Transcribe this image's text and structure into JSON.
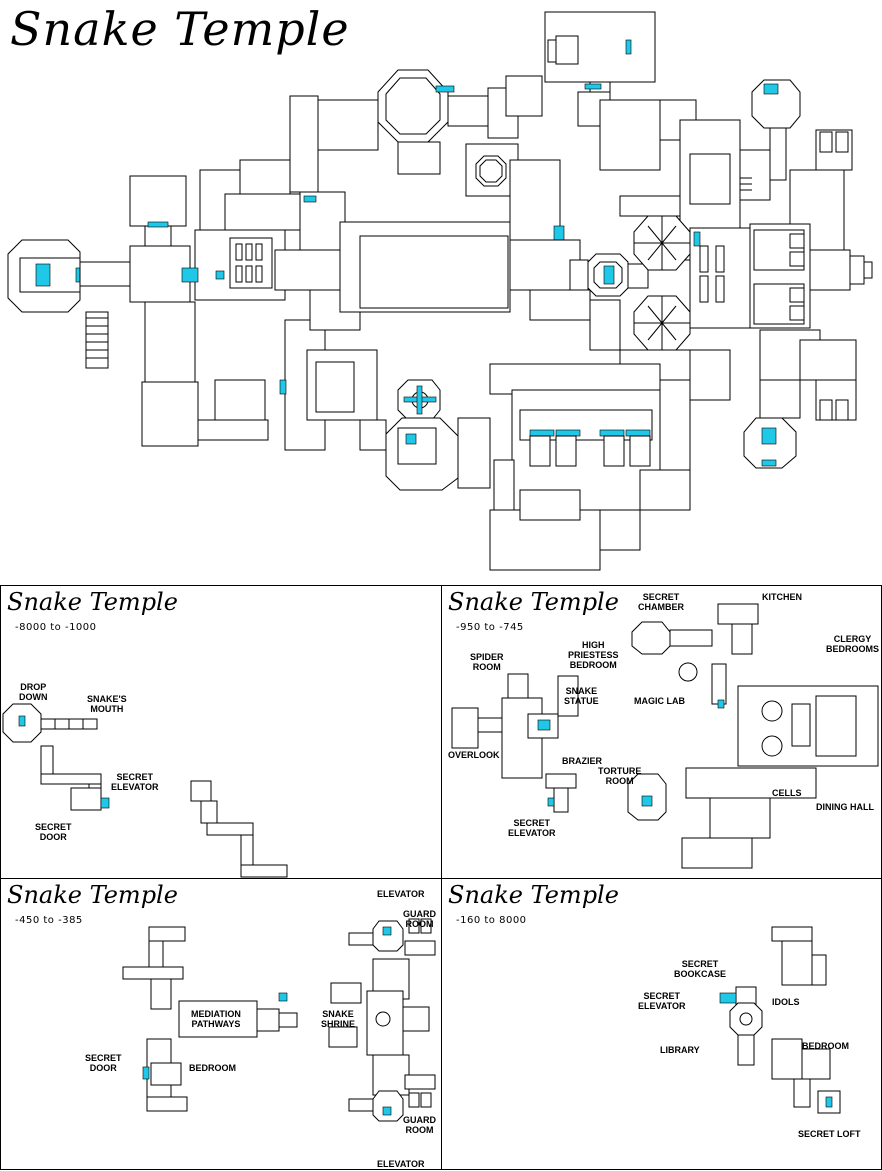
{
  "main": {
    "title": "Snake Temple"
  },
  "colors": {
    "accent": "#1ec8e6",
    "line": "#000000",
    "background": "#ffffff"
  },
  "panels": [
    {
      "title": "Snake Temple",
      "range": "-8000  to  -1000",
      "labels": [
        "DROP\nDOWN",
        "SNAKE'S\nMOUTH",
        "SECRET\nELEVATOR",
        "SECRET\nDOOR"
      ]
    },
    {
      "title": "Snake Temple",
      "range": "-950  to  -745",
      "labels": [
        "SECRET\nCHAMBER",
        "KITCHEN",
        "HIGH\nPRIESTESS\nBEDROOM",
        "CLERGY\nBEDROOMS",
        "SPIDER\nROOM",
        "SNAKE\nSTATUE",
        "MAGIC LAB",
        "OVERLOOK",
        "BRAZIER",
        "TORTURE\nROOM",
        "CELLS",
        "DINING HALL",
        "SECRET\nELEVATOR"
      ]
    },
    {
      "title": "Snake Temple",
      "range": "-450  to  -385",
      "labels": [
        "ELEVATOR",
        "GUARD\nROOM",
        "MEDIATION\nPATHWAYS",
        "SNAKE\nSHRINE",
        "SECRET\nDOOR",
        "BEDROOM",
        "GUARD\nROOM",
        "ELEVATOR"
      ]
    },
    {
      "title": "Snake Temple",
      "range": "-160  to  8000",
      "labels": [
        "SECRET\nBOOKCASE",
        "SECRET\nELEVATOR",
        "IDOLS",
        "LIBRARY",
        "BEDROOM",
        "SECRET LOFT"
      ]
    }
  ],
  "unknown_marker": "?"
}
